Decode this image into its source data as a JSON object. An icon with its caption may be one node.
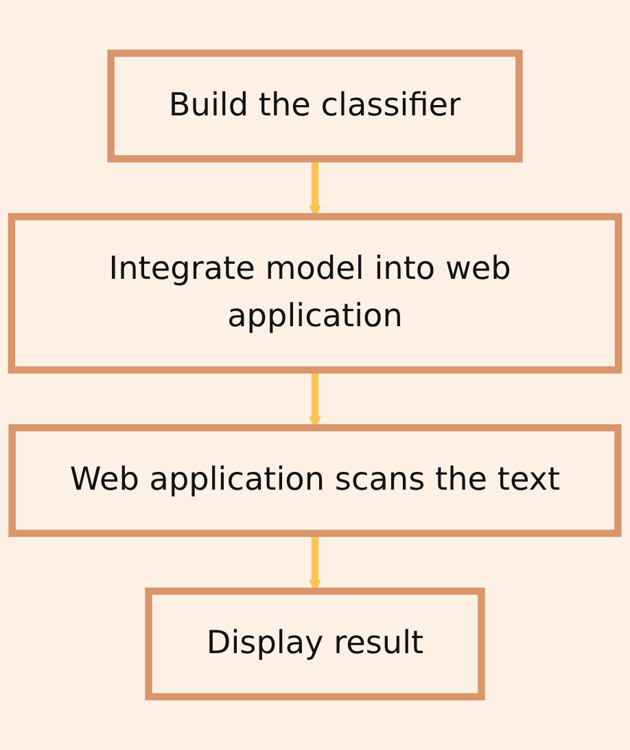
{
  "diagram": {
    "nodes": [
      {
        "text": [
          "Build the classifier"
        ]
      },
      {
        "text": [
          "Integrate model into web application"
        ]
      },
      {
        "text": [
          "Web application scans the text"
        ]
      },
      {
        "text": [
          "Display result"
        ]
      }
    ],
    "edges": [
      {
        "from": 0,
        "to": 1,
        "arrow": "to"
      },
      {
        "from": 1,
        "to": 2,
        "arrow": "to"
      },
      {
        "from": 2,
        "to": 3,
        "arrow": "to"
      }
    ]
  }
}
